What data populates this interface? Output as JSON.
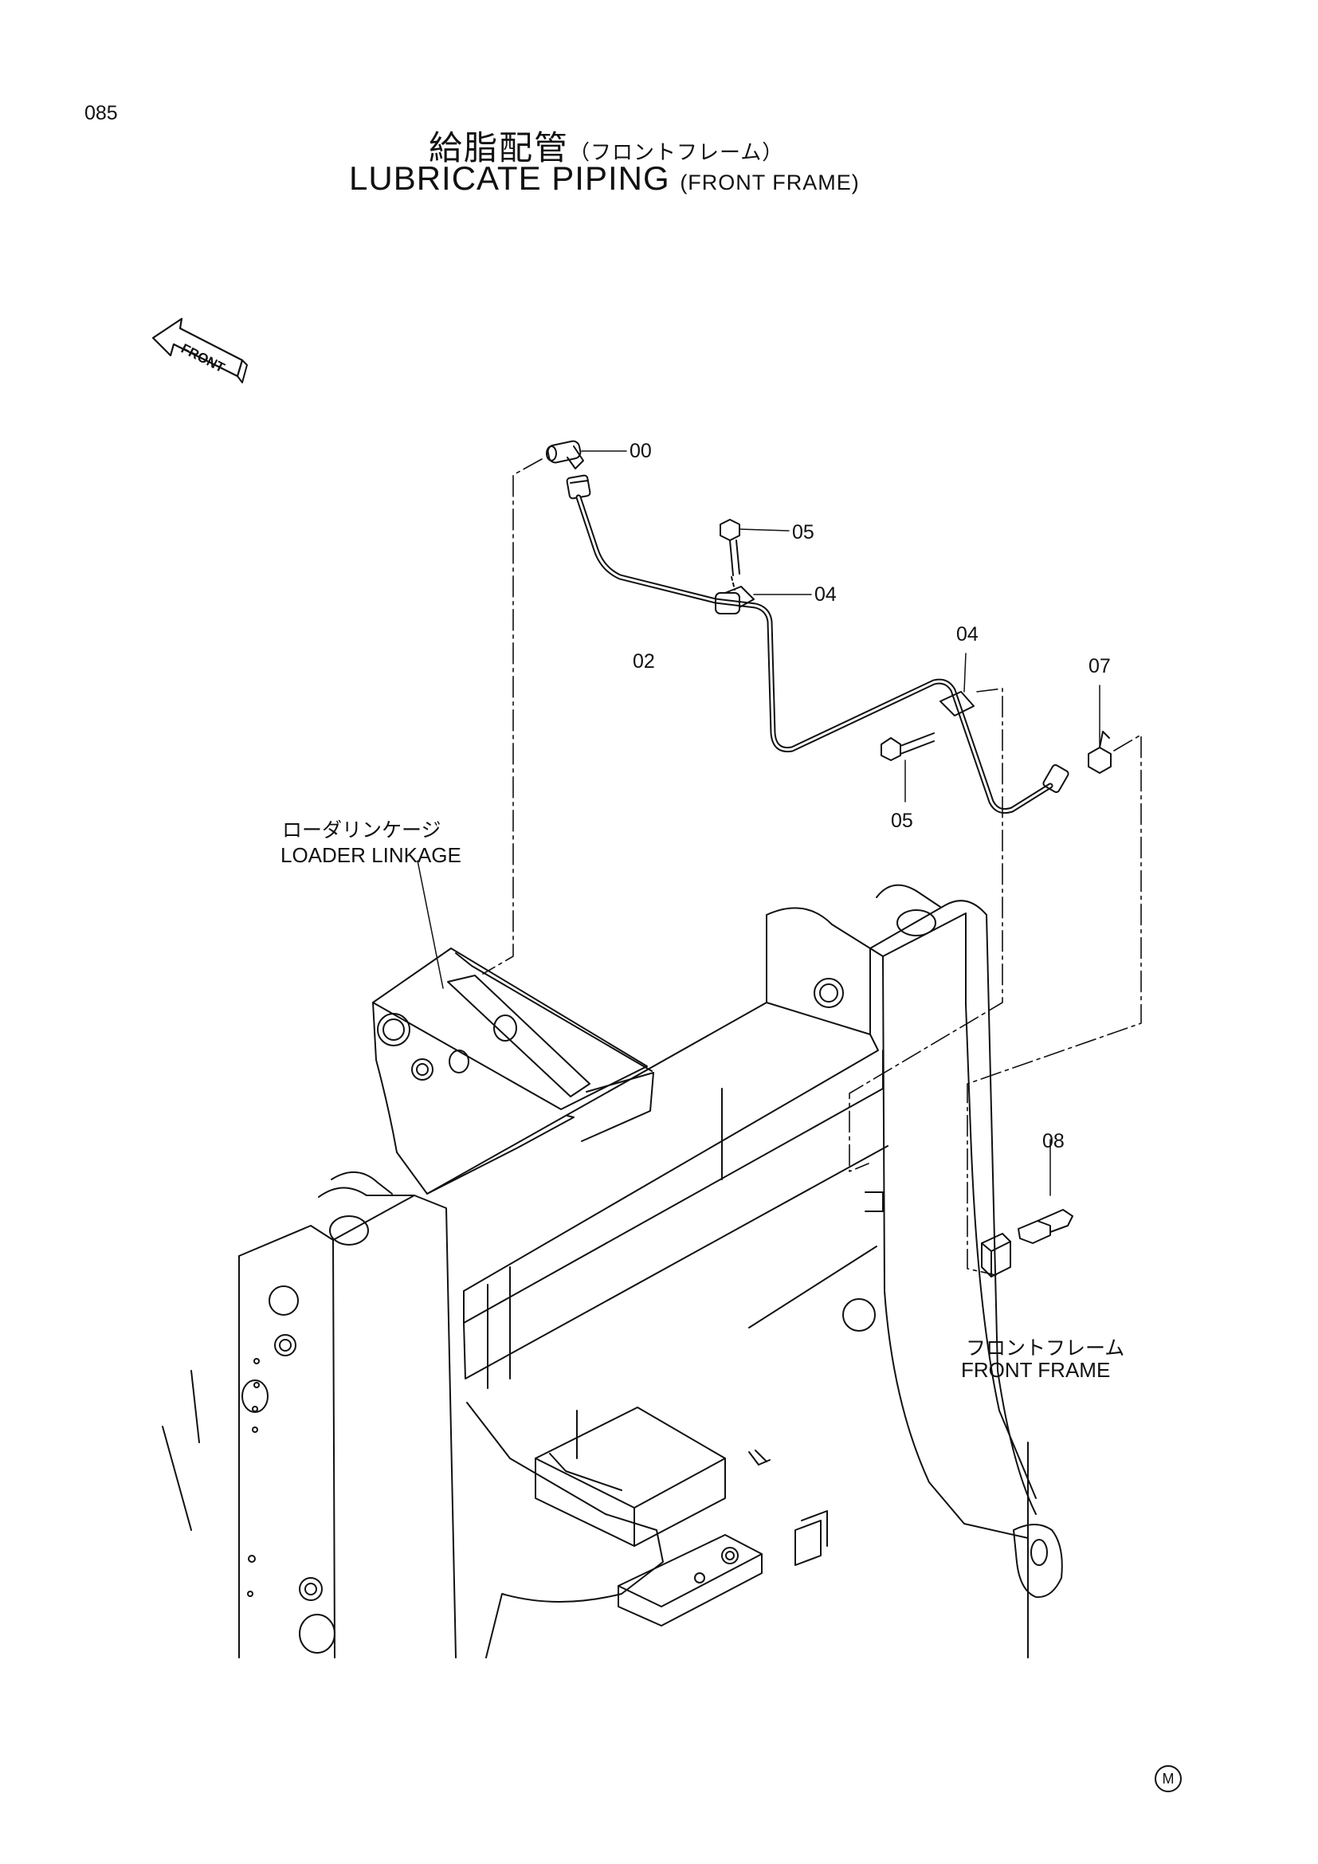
{
  "page_number": "085",
  "title": {
    "jp": "給脂配管",
    "jp_sub": "（フロントフレーム）",
    "en": "LUBRICATE PIPING",
    "en_sub": "(FRONT FRAME)"
  },
  "front_arrow": {
    "label": "FRONT"
  },
  "callouts": {
    "c00": "00",
    "c02": "02",
    "c04a": "04",
    "c04b": "04",
    "c05a": "05",
    "c05b": "05",
    "c07": "07",
    "c08": "08"
  },
  "labels": {
    "loader_linkage_jp": "ローダリンケージ",
    "loader_linkage_en": "LOADER LINKAGE",
    "front_frame_jp": "フロントフレーム",
    "front_frame_en": "FRONT FRAME"
  },
  "mark": "M"
}
